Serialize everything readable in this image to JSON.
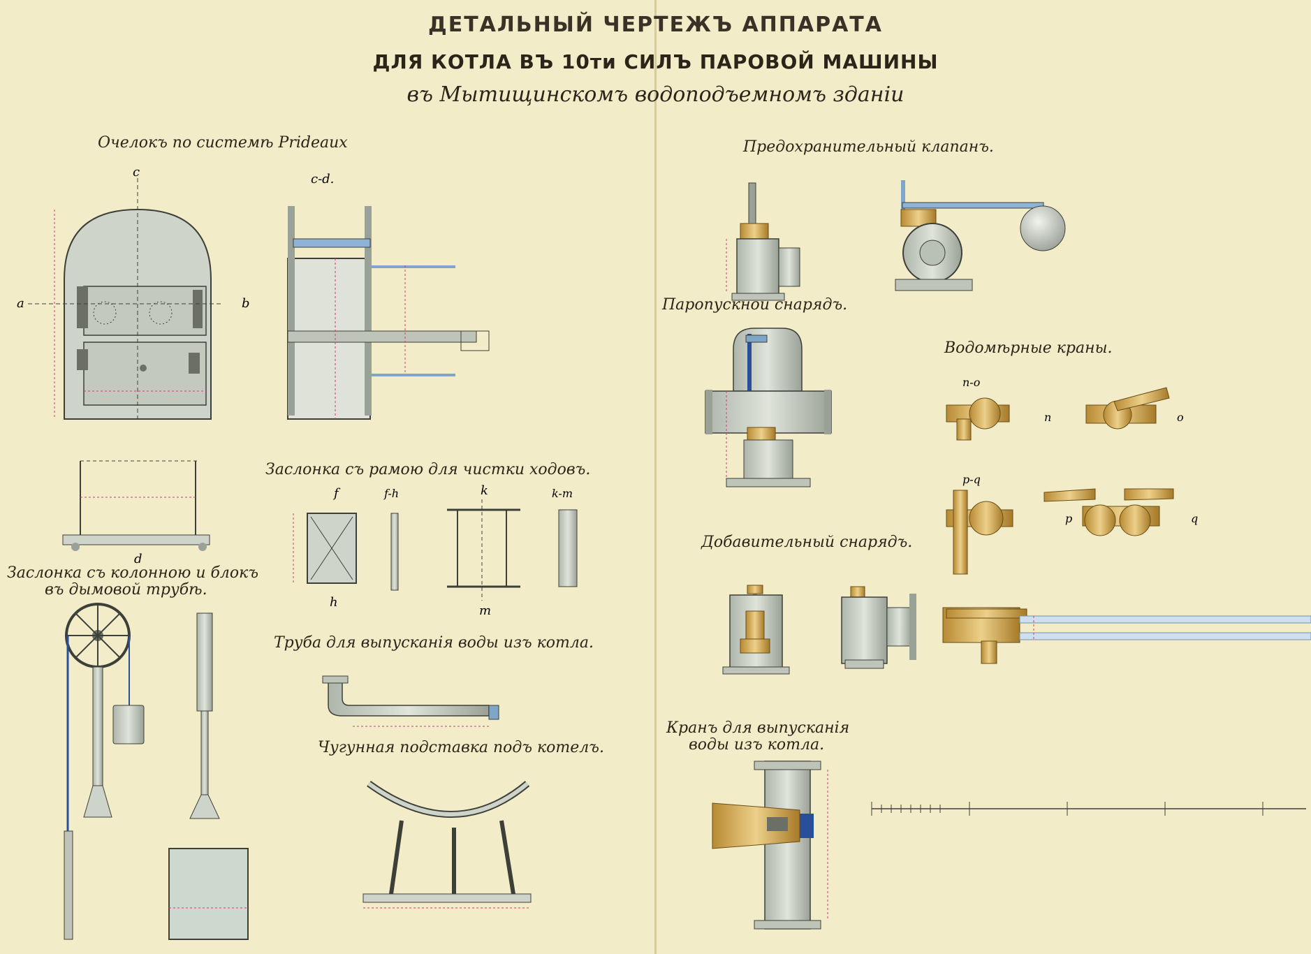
{
  "titles": {
    "line1": "ДЕТАЛЬНЫЙ ЧЕРТЕЖЪ АППАРАТА",
    "line2": "ДЛЯ КОТЛА ВЪ 10ти СИЛЪ ПАРОВОЙ МАШИНЫ",
    "line3": "въ Мытищинскомъ водоподъемномъ зданіи"
  },
  "captions": {
    "ochelok": "Очелокъ по системѣ Prideaux",
    "zaslonka_ramoyu": "Заслонка съ рамою для чистки ходовъ.",
    "zaslonka_kolonnoyu_1": "Заслонка съ колонною и блокъ",
    "zaslonka_kolonnoyu_2": "въ дымовой трубѣ.",
    "truba": "Труба для выпусканія воды изъ котла.",
    "podstavka": "Чугунная подставка подъ котелъ.",
    "klapan": "Предохранительный клапанъ.",
    "paropusknoy": "Паропускной снарядъ.",
    "vodomernye": "Водомѣрные краны.",
    "dobavitelny": "Добавительный снарядъ.",
    "kran_1": "Кранъ для выпусканія",
    "kran_2": "воды изъ котла."
  },
  "section_labels": {
    "c": "c",
    "cd": "c-d.",
    "a": "a",
    "b": "b",
    "d": "d",
    "f": "f",
    "fh": "f-h",
    "h": "h",
    "k": "k",
    "km": "k-m",
    "m": "m",
    "no": "n-o",
    "n": "n",
    "o": "o",
    "pq": "p-q",
    "p": "p",
    "q": "q"
  },
  "colors": {
    "paper": "#f3ecc9",
    "iron": "#c9cfc4",
    "iron_dark": "#8f978d",
    "brass": "#d8b15a",
    "brass_dark": "#a9812f",
    "steel_blue": "#7fa6c9",
    "dimension": "#d23b7a"
  }
}
